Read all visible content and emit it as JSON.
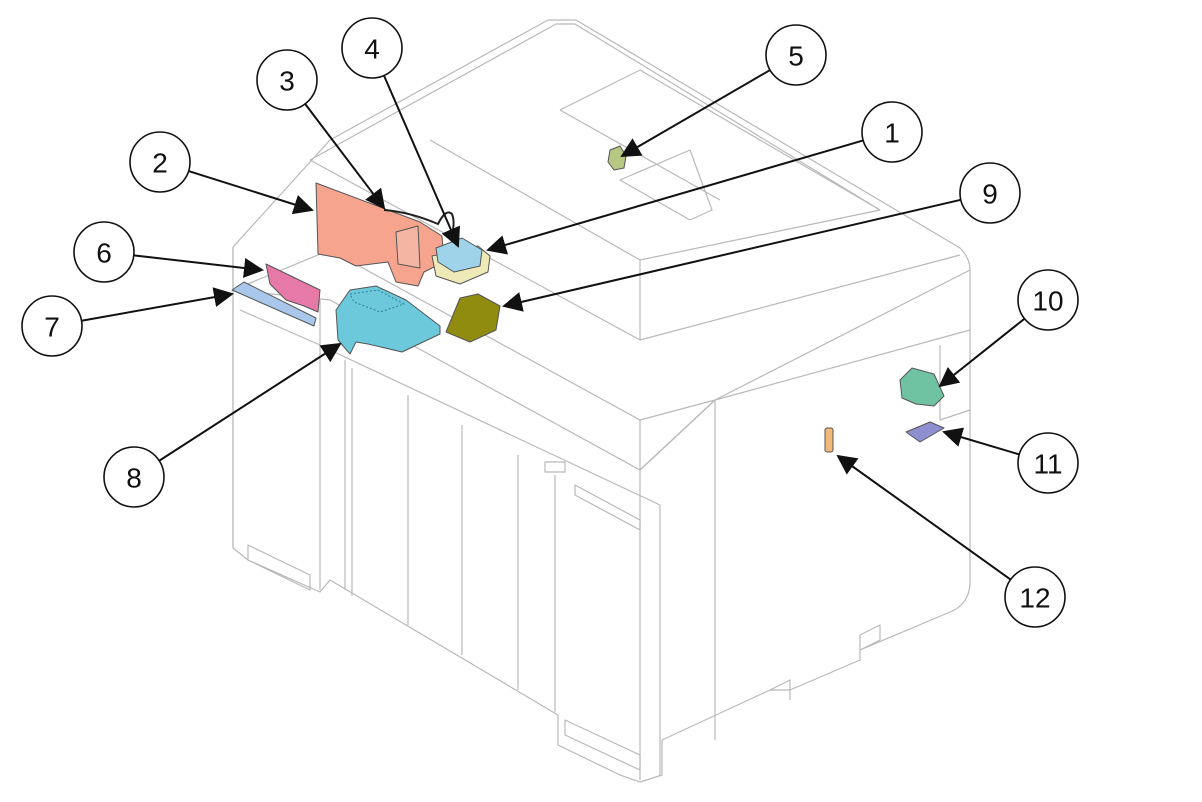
{
  "callouts": [
    {
      "id": "1",
      "label": "1"
    },
    {
      "id": "2",
      "label": "2"
    },
    {
      "id": "3",
      "label": "3"
    },
    {
      "id": "4",
      "label": "4"
    },
    {
      "id": "5",
      "label": "5"
    },
    {
      "id": "6",
      "label": "6"
    },
    {
      "id": "7",
      "label": "7"
    },
    {
      "id": "8",
      "label": "8"
    },
    {
      "id": "9",
      "label": "9"
    },
    {
      "id": "10",
      "label": "10"
    },
    {
      "id": "11",
      "label": "11"
    },
    {
      "id": "12",
      "label": "12"
    }
  ],
  "colors": {
    "part_1": "#efe9b8",
    "part_2": "#f6a48e",
    "part_3": "#222222",
    "part_4": "#9fd3ea",
    "part_5": "#b7c884",
    "part_6": "#e779a8",
    "part_7": "#a9c7ea",
    "part_8": "#6cc9dc",
    "part_9": "#8f8c10",
    "part_10": "#6fc2a2",
    "part_11": "#8d8fd0",
    "part_12": "#f0b978"
  }
}
